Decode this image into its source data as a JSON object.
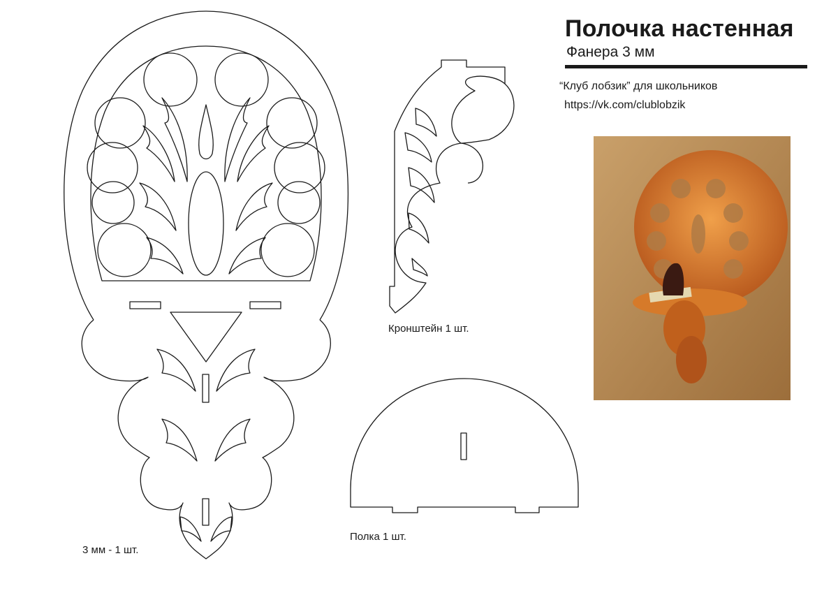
{
  "header": {
    "title": "Полочка настенная",
    "subtitle": "Фанера 3 мм",
    "club": "“Клуб лобзик” для школьников",
    "url": "https://vk.com/clublobzik"
  },
  "labels": {
    "bracket": "Кронштейн 1 шт.",
    "shelf": "Полка 1 шт.",
    "back": "3 мм - 1 шт."
  },
  "colors": {
    "line": "#1a1a1a",
    "wood": "#c8661e",
    "wall": "#b98a55"
  }
}
